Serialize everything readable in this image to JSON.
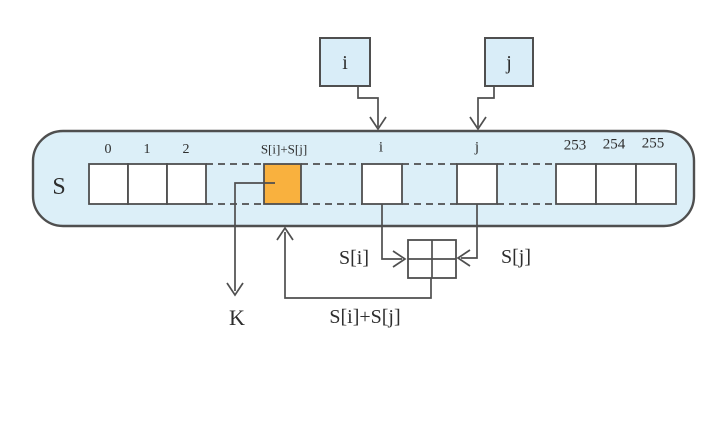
{
  "colors": {
    "array_fill": "#dceff8",
    "pointer_box_fill": "#d9edf8",
    "highlight_fill": "#f9b13e",
    "line": "#4f4f4f",
    "text": "#2e2e2e"
  },
  "pointer_boxes": {
    "i": "i",
    "j": "j"
  },
  "array": {
    "name": "S",
    "head_indices": [
      "0",
      "1",
      "2"
    ],
    "highlight_index": "S[i]+S[j]",
    "i_index": "i",
    "j_index": "j",
    "tail_indices": [
      "253",
      "254",
      "255"
    ]
  },
  "labels": {
    "s_i": "S[i]",
    "s_j": "S[j]",
    "sum": "S[i]+S[j]",
    "output": "K"
  }
}
